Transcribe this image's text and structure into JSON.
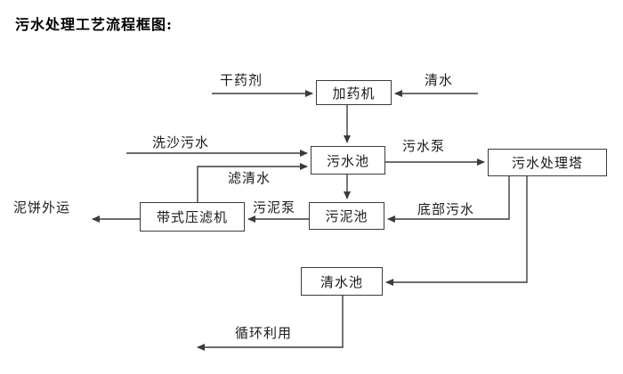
{
  "title": "污水处理工艺流程框图:",
  "colors": {
    "background": "#ffffff",
    "line": "#3b3b3b",
    "box_border": "#3b3b3b",
    "text": "#000000"
  },
  "nodes": {
    "dosing_machine": {
      "label": "加药机"
    },
    "sewage_pool": {
      "label": "污水池"
    },
    "treatment_tower": {
      "label": "污水处理塔"
    },
    "sludge_pool": {
      "label": "污泥池"
    },
    "belt_filter_press": {
      "label": "带式压滤机"
    },
    "clean_water_pool": {
      "label": "清水池"
    }
  },
  "edges": {
    "dry_agent": {
      "from": "external",
      "to": "dosing_machine",
      "label": "干药剂"
    },
    "clean_water_in": {
      "from": "external",
      "to": "dosing_machine",
      "label": "清水"
    },
    "dosing_to_sewage": {
      "from": "dosing_machine",
      "to": "sewage_pool",
      "label": ""
    },
    "sand_washing_sewage": {
      "from": "external",
      "to": "sewage_pool",
      "label": "洗沙污水"
    },
    "filtered_water": {
      "from": "belt_filter_press",
      "to": "sewage_pool",
      "label": "滤清水"
    },
    "sewage_pump": {
      "from": "sewage_pool",
      "to": "treatment_tower",
      "label": "污水泵"
    },
    "sewage_to_sludge": {
      "from": "sewage_pool",
      "to": "sludge_pool",
      "label": ""
    },
    "bottom_sewage": {
      "from": "treatment_tower",
      "to": "sludge_pool",
      "label": "底部污水"
    },
    "sludge_pump": {
      "from": "sludge_pool",
      "to": "belt_filter_press",
      "label": "污泥泵"
    },
    "mud_cake_out": {
      "from": "belt_filter_press",
      "to": "external",
      "label": "泥饼外运"
    },
    "tower_to_clean": {
      "from": "treatment_tower",
      "to": "clean_water_pool",
      "label": ""
    },
    "recycle": {
      "from": "clean_water_pool",
      "to": "external",
      "label": "循环利用"
    }
  }
}
